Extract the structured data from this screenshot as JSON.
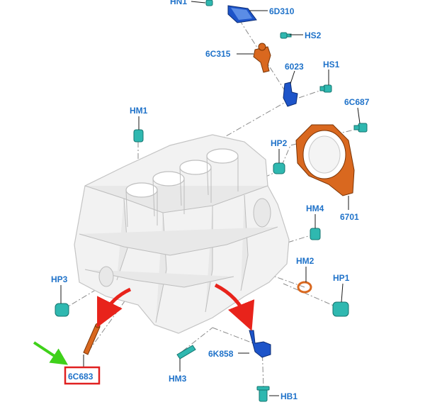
{
  "labels": {
    "hn1": "HN1",
    "d6310": "6D310",
    "hs2": "HS2",
    "c6315": "6C315",
    "p6023": "6023",
    "hs1": "HS1",
    "c6687": "6C687",
    "hm1": "HM1",
    "hp2": "HP2",
    "hm4": "HM4",
    "p6701": "6701",
    "hm2": "HM2",
    "hp3": "HP3",
    "hp1": "HP1",
    "k6858": "6K858",
    "hm3": "HM3",
    "c6683": "6C683",
    "hb1": "HB1"
  },
  "colors": {
    "label": "#1f72c9",
    "teal_part": "#2fb8b0",
    "orange_part": "#d9681f",
    "blue_part": "#1d54c9",
    "red_arrow": "#e8231b",
    "green_arrow": "#3fd11a",
    "highlight_box": "#e02020"
  }
}
